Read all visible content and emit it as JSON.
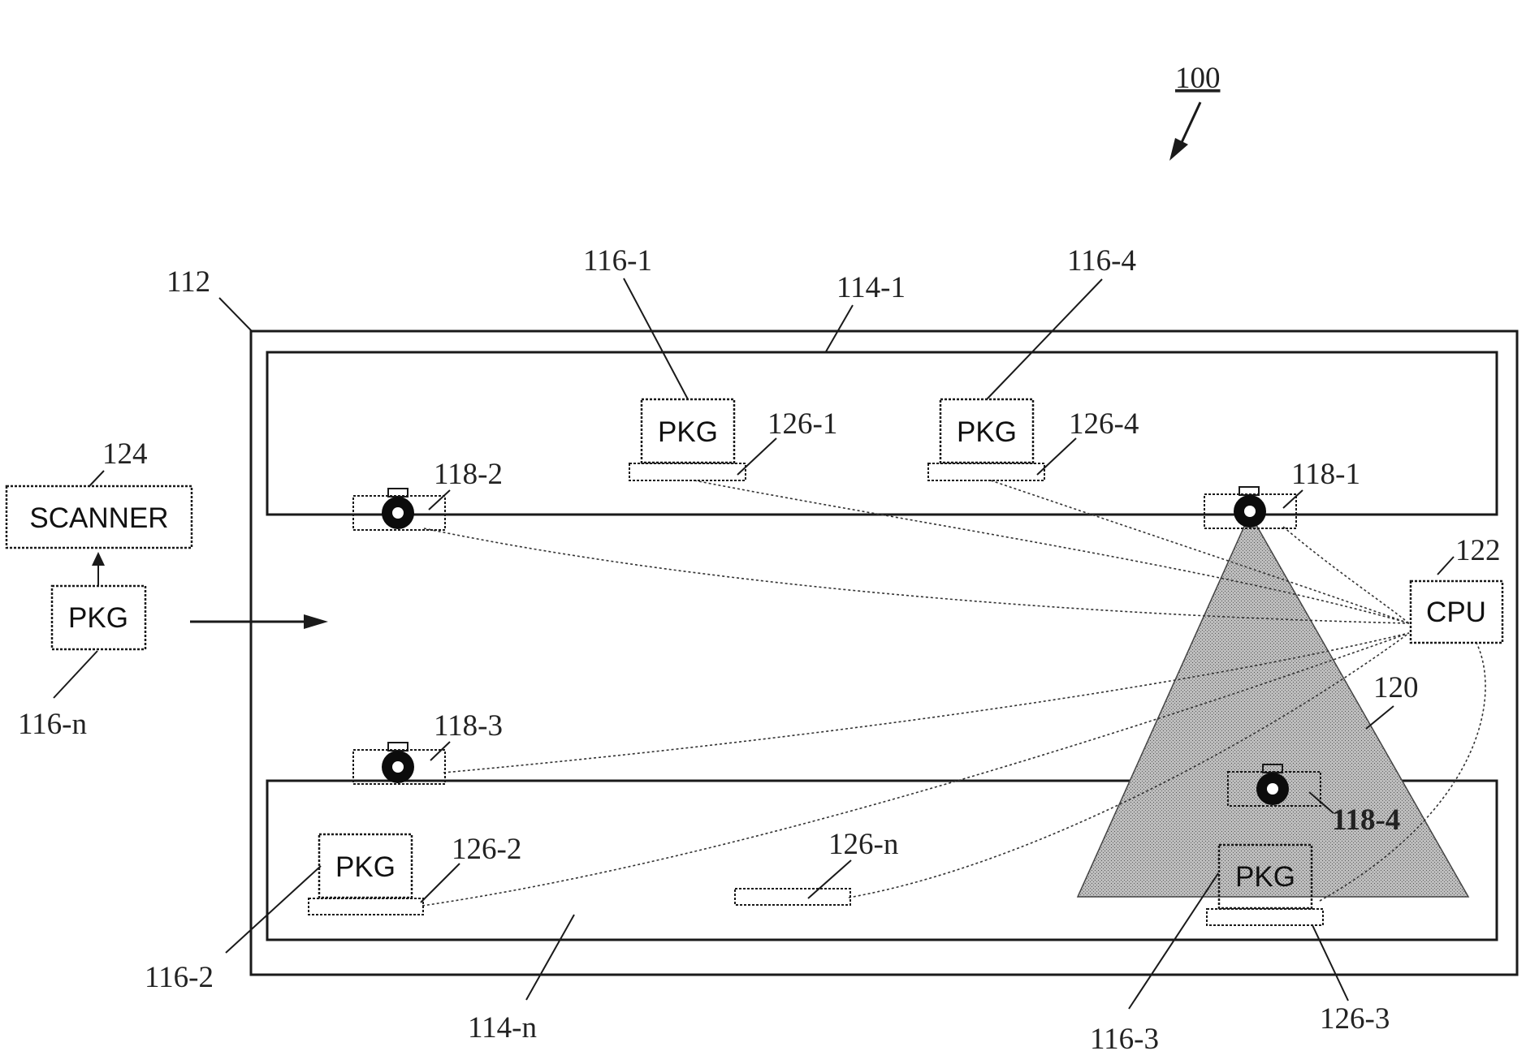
{
  "refs": {
    "system": "100",
    "facility": "112",
    "shelf_top": "114-1",
    "shelf_bottom": "114-n",
    "pkg_1": "116-1",
    "pkg_2": "116-2",
    "pkg_3": "116-3",
    "pkg_4": "116-4",
    "pkg_n": "116-n",
    "cam_1": "118-1",
    "cam_2": "118-2",
    "cam_3": "118-3",
    "cam_4": "118-4",
    "fov": "120",
    "cpu": "122",
    "scanner": "124",
    "tag_1": "126-1",
    "tag_2": "126-2",
    "tag_3": "126-3",
    "tag_4": "126-4",
    "tag_n": "126-n"
  },
  "labels": {
    "scanner": "SCANNER",
    "cpu": "CPU",
    "pkg": "PKG"
  }
}
